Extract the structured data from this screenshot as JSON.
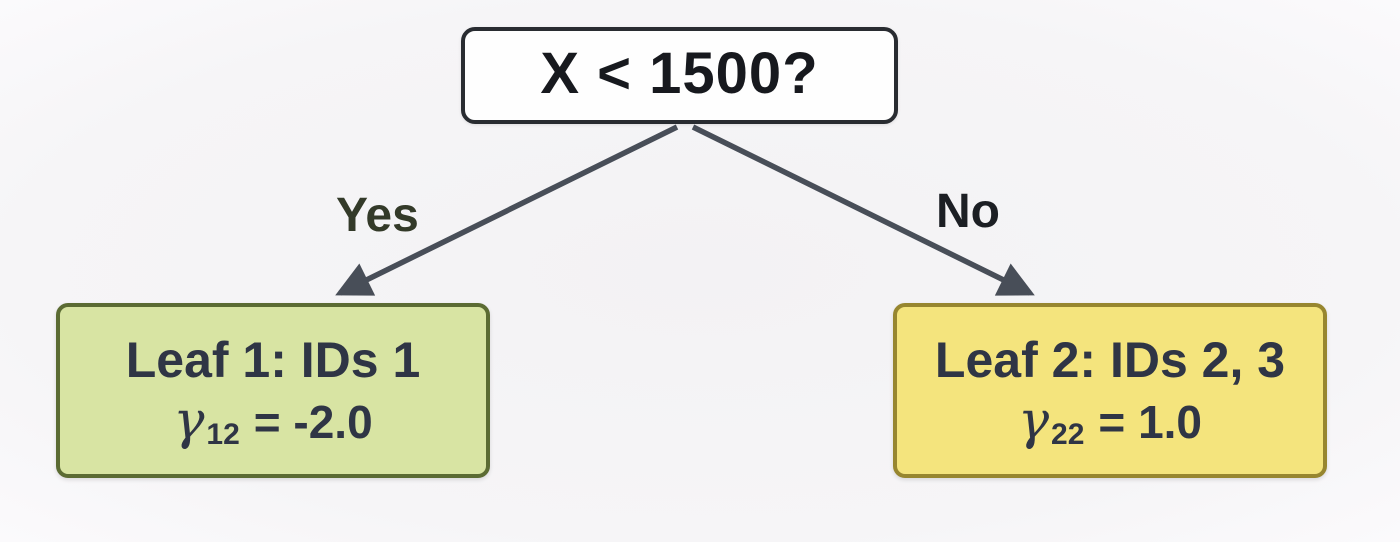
{
  "tree": {
    "root": {
      "label": "X < 1500?"
    },
    "branches": [
      {
        "label": "Yes"
      },
      {
        "label": "No"
      }
    ],
    "leaves": [
      {
        "title": "Leaf 1: IDs 1",
        "gamma_symbol": "γ",
        "gamma_subscript": "12",
        "gamma_value": "= -2.0",
        "fill_color": "#d8e4a3",
        "border_color": "#5b6b33"
      },
      {
        "title": "Leaf 2: IDs 2, 3",
        "gamma_symbol": "γ",
        "gamma_subscript": "22",
        "gamma_value": "= 1.0",
        "fill_color": "#f4e47d",
        "border_color": "#97862f"
      }
    ],
    "colors": {
      "background": "#f5f4f6",
      "arrow": "#484e58",
      "root_fill": "#fefefe",
      "root_border": "#292c31",
      "text": "#2f3545"
    }
  }
}
